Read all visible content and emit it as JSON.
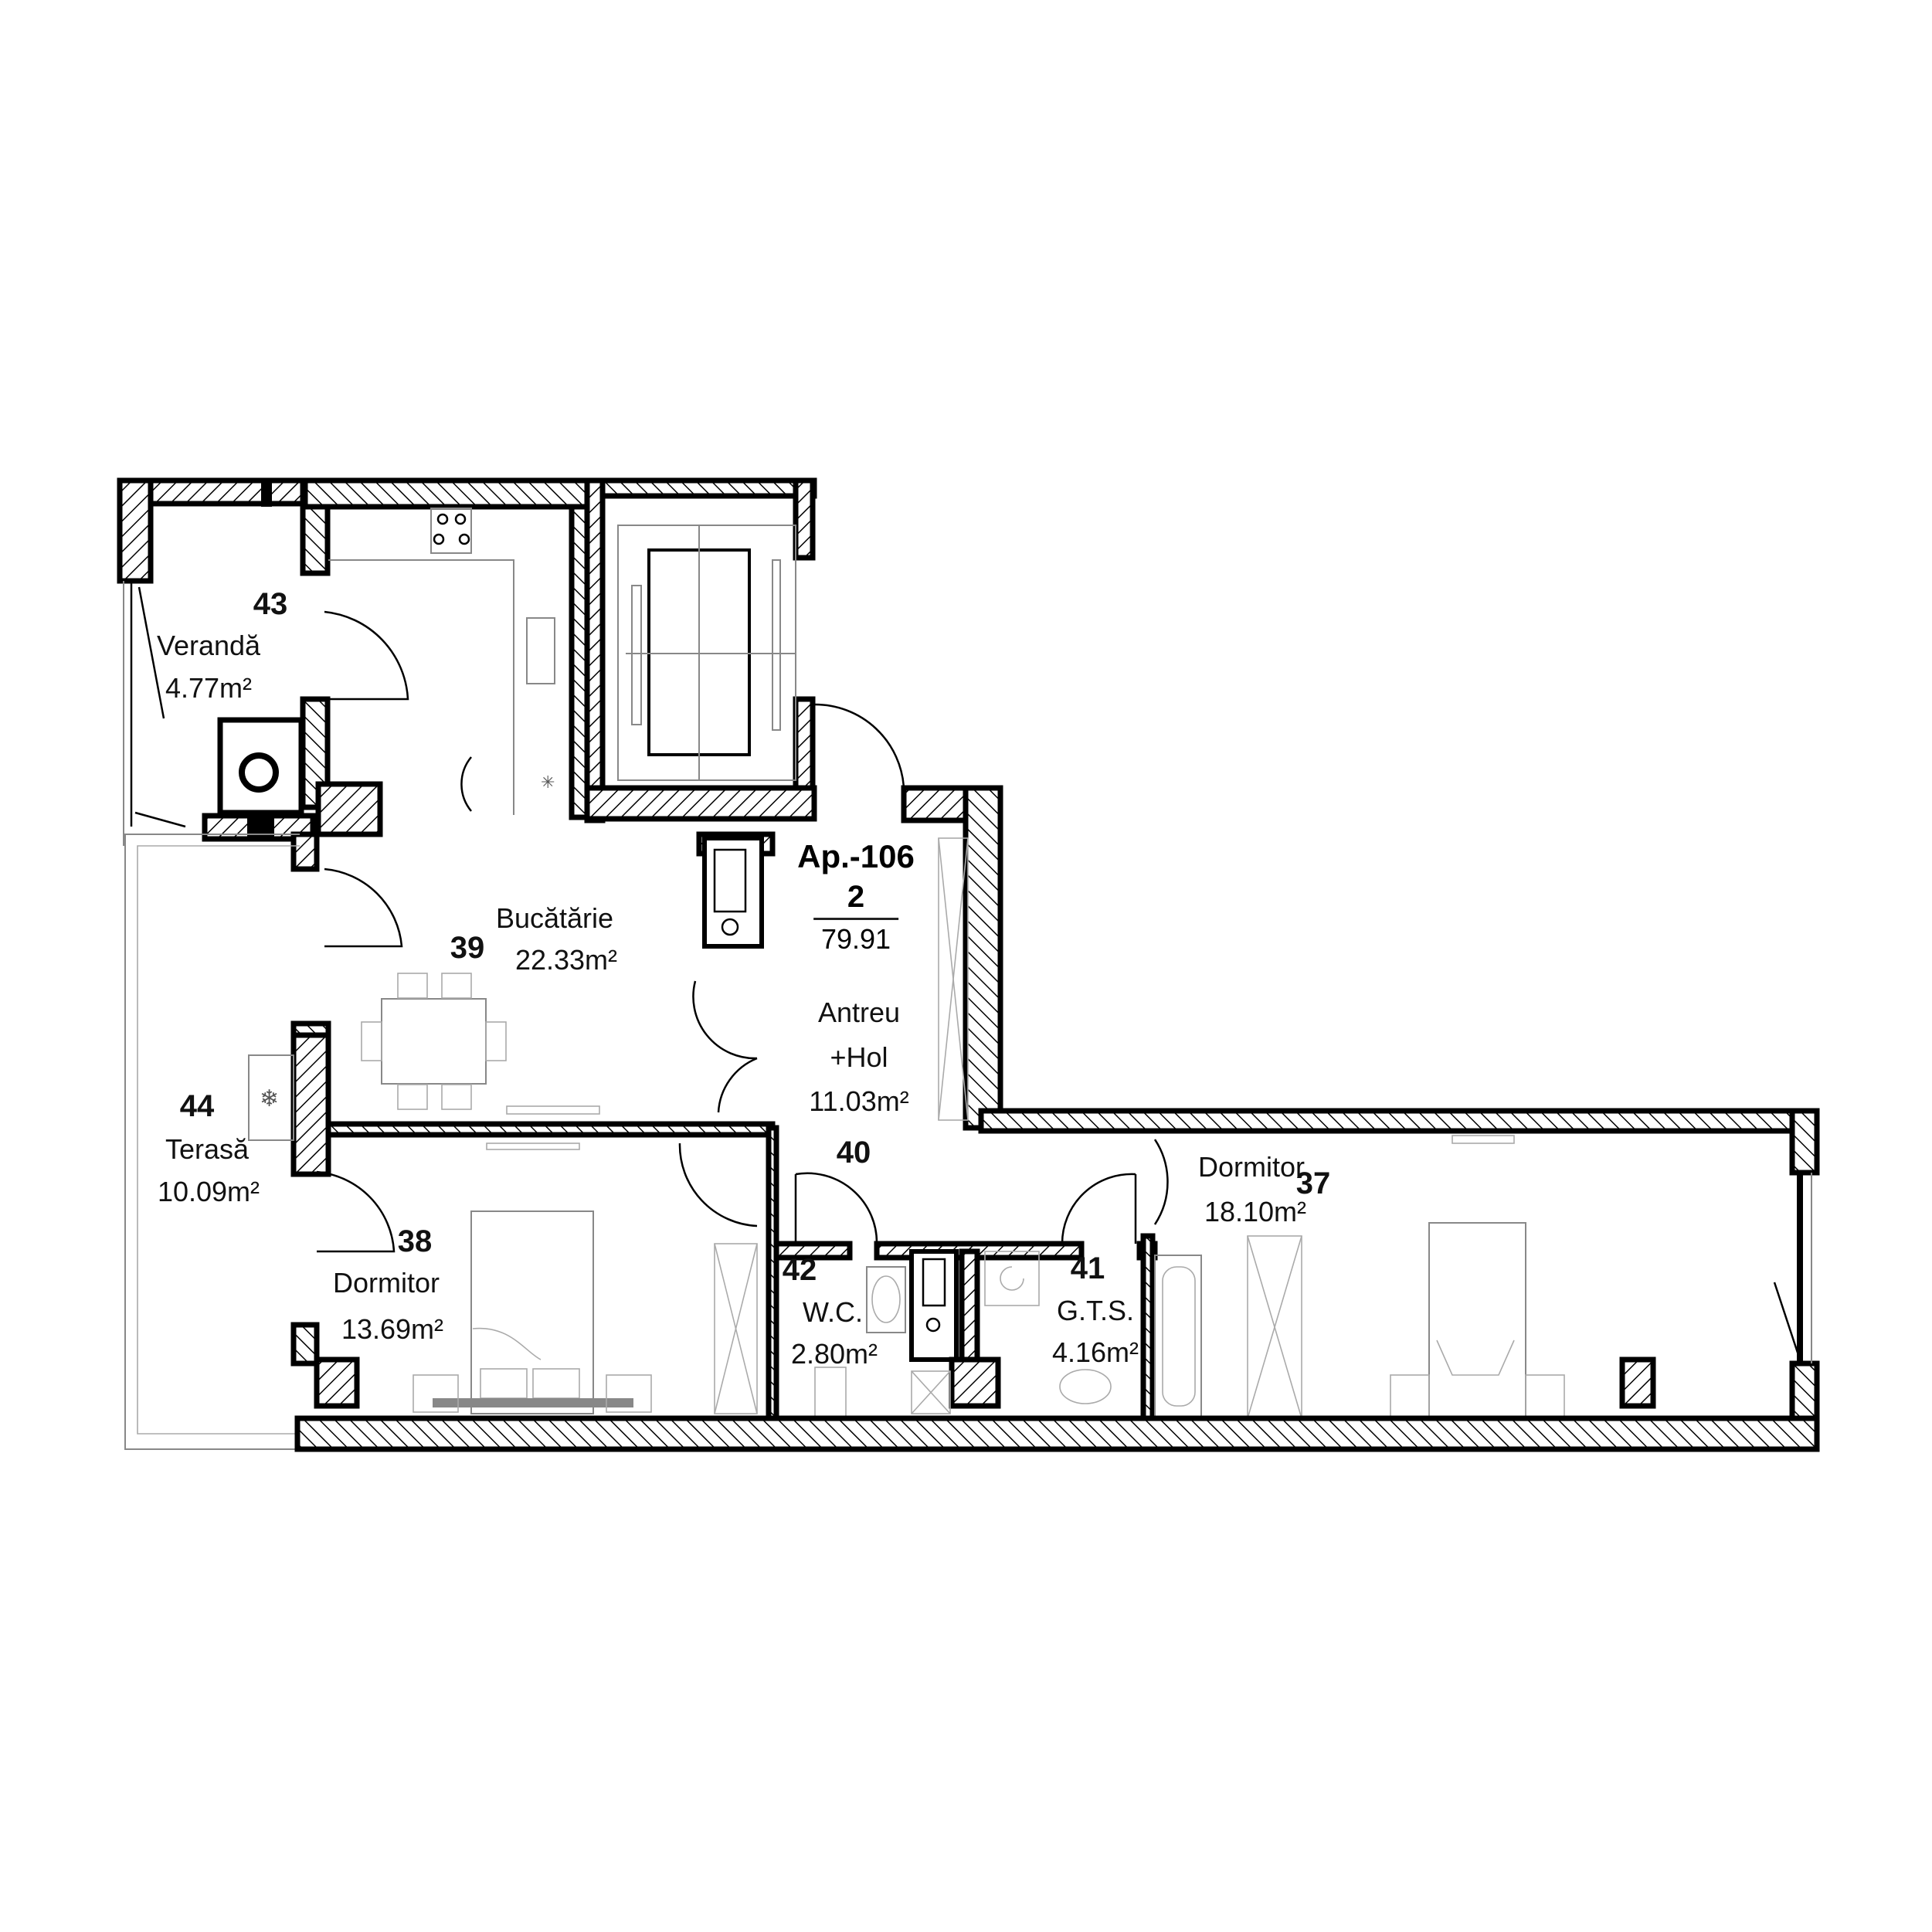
{
  "apartment": {
    "code": "Ap.-106",
    "rooms_count": "2",
    "total_area": "79.91"
  },
  "rooms": [
    {
      "number": "43",
      "name": "Verandă",
      "area": "4.77m²"
    },
    {
      "number": "39",
      "name": "Bucătărie",
      "area": "22.33m²"
    },
    {
      "number": "44",
      "name": "Terasă",
      "area": "10.09m²"
    },
    {
      "number": "40",
      "name_line1": "Antreu",
      "name_line2": "+Hol",
      "area": "11.03m²"
    },
    {
      "number": "38",
      "name": "Dormitor",
      "area": "13.69m²"
    },
    {
      "number": "42",
      "name": "W.C.",
      "area": "2.80m²"
    },
    {
      "number": "41",
      "name": "G.T.S.",
      "area": "4.16m²"
    },
    {
      "number": "37",
      "name": "Dormitor",
      "area": "18.10m²"
    }
  ],
  "colors": {
    "wall": "#000000",
    "background": "#ffffff",
    "furniture": "#888888"
  }
}
